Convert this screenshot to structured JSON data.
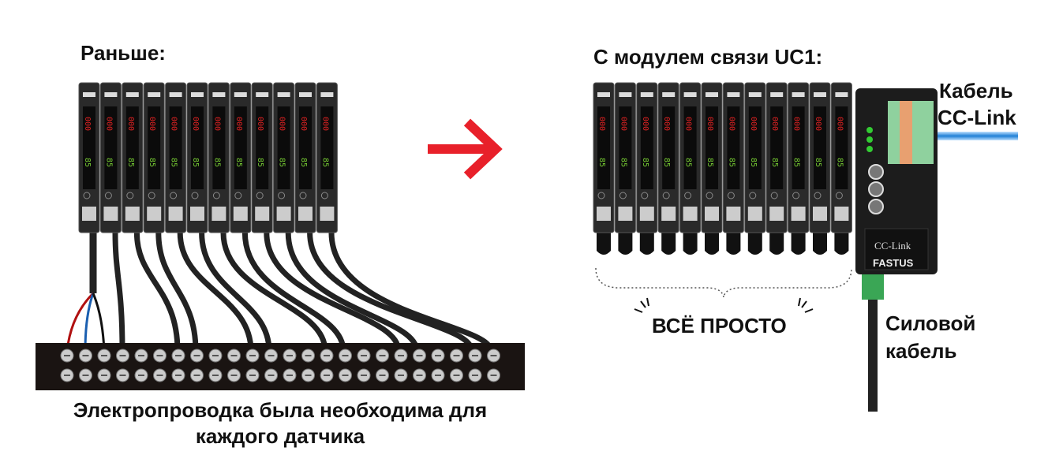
{
  "before": {
    "title": "Раньше:",
    "caption_line1": "Электропроводка была необходима для",
    "caption_line2": "каждого датчика",
    "sensor_count": 12
  },
  "after": {
    "title": "С модулем связи UC1:",
    "cc_link_label_line1": "Кабель",
    "cc_link_label_line2": "CC-Link",
    "power_label_line1": "Силовой",
    "power_label_line2": "кабель",
    "simple_label": "ВСЁ ПРОСТО",
    "sensor_count": 12,
    "module_logo": "CC-Link",
    "module_brand": "FASTUS"
  },
  "colors": {
    "arrow": "#e8202a",
    "cc_link_cable": "#1e7fd6",
    "red_wire": "#b01010",
    "blue_wire": "#1b5fb0"
  }
}
